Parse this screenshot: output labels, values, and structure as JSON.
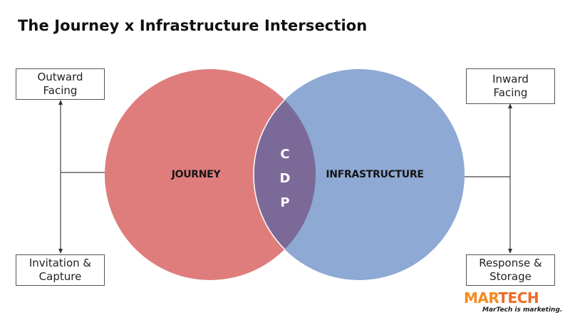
{
  "title": "The Journey x Infrastructure Intersection",
  "colors": {
    "journey": "#df7d7d",
    "infrastructure": "#8ea9d3",
    "intersection": "#7b6a98",
    "logo_orange": "#f58a1f",
    "logo_orange_dark": "#ef6a23"
  },
  "circles": {
    "left": {
      "label": "JOURNEY"
    },
    "right": {
      "label": "INFRASTRUCTURE"
    },
    "intersection": {
      "letters": [
        "C",
        "D",
        "P"
      ]
    }
  },
  "left_axis": {
    "top_box": {
      "line1": "Outward",
      "line2": "Facing"
    },
    "bottom_box": {
      "line1": "Invitation &",
      "line2": "Capture"
    }
  },
  "right_axis": {
    "top_box": {
      "line1": "Inward",
      "line2": "Facing"
    },
    "bottom_box": {
      "line1": "Response &",
      "line2": "Storage"
    }
  },
  "logo": {
    "part1": "MAR",
    "part2": "TECH",
    "tagline": "MarTech is marketing."
  }
}
